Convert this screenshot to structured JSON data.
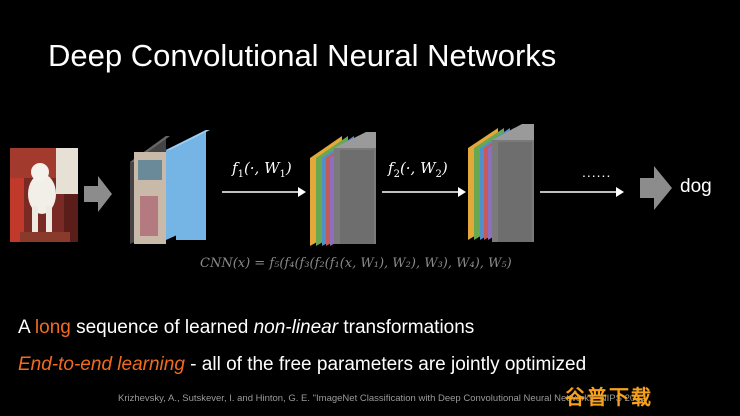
{
  "slide": {
    "title": "Deep Convolutional Neural Networks"
  },
  "diagram": {
    "f1": {
      "name": "f",
      "sub": "1",
      "args_open": "(·, ",
      "weight": "W",
      "weight_sub": "1",
      "args_close": ")"
    },
    "f2": {
      "name": "f",
      "sub": "2",
      "args_open": "(·, ",
      "weight": "W",
      "weight_sub": "2",
      "args_close": ")"
    },
    "ellipsis": "......",
    "output_label": "dog",
    "formula": "CNN(x) = f₅(f₄(f₃(f₂(f₁(x, W₁), W₂), W₃), W₄), W₅)",
    "layer_colors": [
      "#e2a83a",
      "#6aa84f",
      "#4f8fcc",
      "#c45a5a",
      "#8e6fbf",
      "#d4c44a"
    ],
    "input_face_color": "#75b5e6",
    "arrow_color": "#8c8c8c"
  },
  "bullets": {
    "b1": {
      "pre": "A ",
      "highlight": "long",
      "mid": " sequence of learned ",
      "italic": "non-linear",
      "post": " transformations"
    },
    "b2": {
      "highlight": "End-to-end learning",
      "post": " - all of the free parameters are jointly optimized"
    }
  },
  "citation": "Krizhevsky, A., Sutskever, I. and Hinton, G. E. \"ImageNet Classification with Deep Convolutional Neural Networks\" NIPS 2012",
  "watermark": "谷普下载"
}
